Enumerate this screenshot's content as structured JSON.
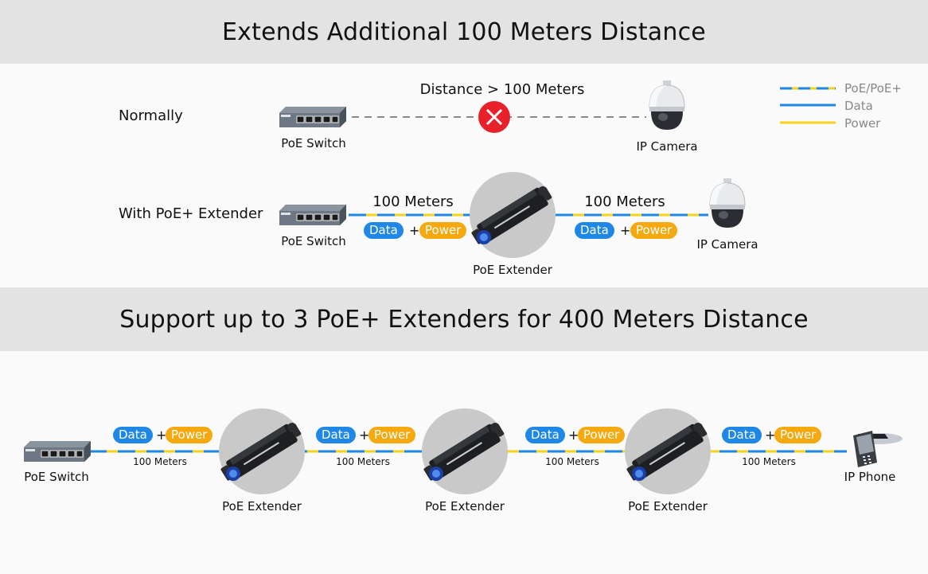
{
  "headers": {
    "top": "Extends Additional 100 Meters Distance",
    "bottom": "Support up to 3 PoE+ Extenders for 400 Meters Distance"
  },
  "normally": {
    "label": "Normally",
    "switch_label": "PoE Switch",
    "distance_label": "Distance > 100 Meters",
    "camera_label": "IP Camera"
  },
  "with_extender": {
    "label": "With PoE+ Extender",
    "switch_label": "PoE Switch",
    "segment1_label": "100 Meters",
    "segment2_label": "100 Meters",
    "extender_label": "PoE Extender",
    "camera_label": "IP Camera"
  },
  "pills": {
    "data": "Data",
    "power": "Power",
    "plus": "+"
  },
  "legend": {
    "poe": "PoE/PoE+",
    "data": "Data",
    "power": "Power"
  },
  "chain": {
    "switch_label": "PoE Switch",
    "segment_label": "100 Meters",
    "extender_label": "PoE Extender",
    "phone_label": "IP Phone"
  },
  "colors": {
    "data_blue": "#1f87e5",
    "power_yellow": "#f6d21a",
    "pill_orange": "#f6a80f",
    "error_red": "#e8202a",
    "header_gray": "#e3e3e3"
  }
}
